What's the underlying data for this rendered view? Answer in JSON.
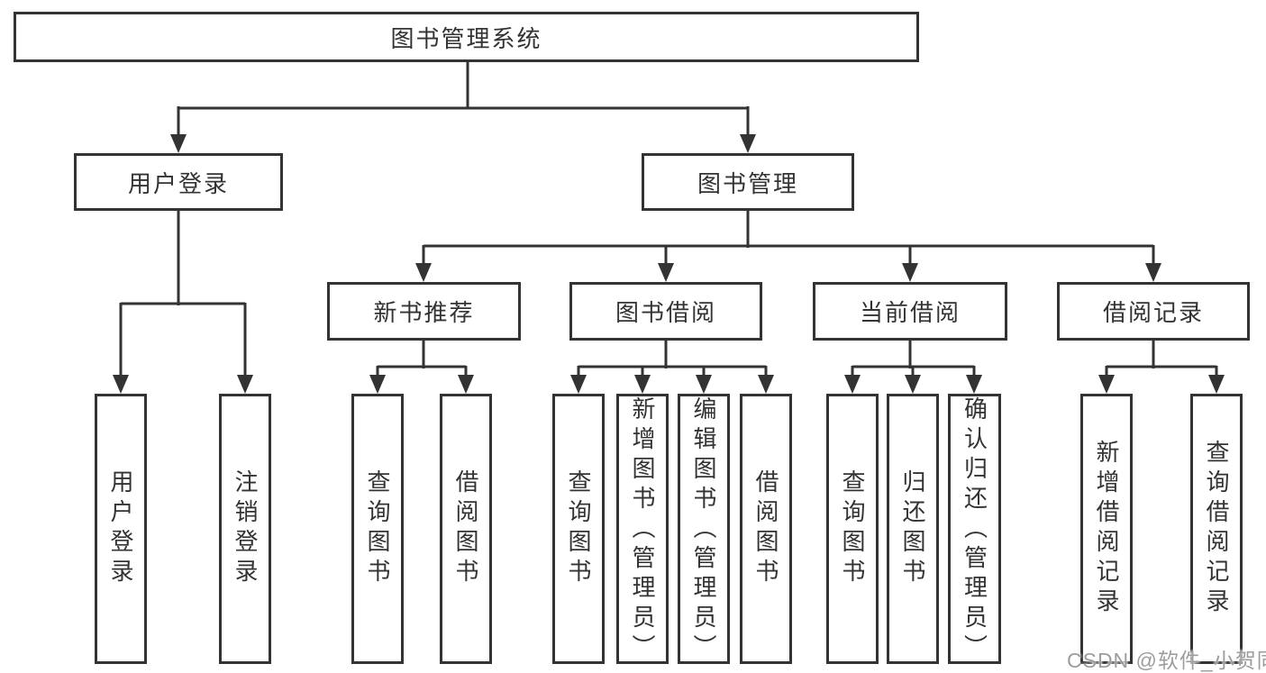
{
  "diagram": {
    "type": "tree-diagram",
    "colors": {
      "line": "#333333",
      "box_border": "#333333",
      "box_fill": "#ffffff",
      "text": "#333333",
      "watermark_text": "#9d9d9d",
      "background": "#ffffff"
    },
    "root": {
      "label": "图书管理系统",
      "children": [
        {
          "label": "用户登录",
          "children": [
            {
              "label": "用户登录"
            },
            {
              "label": "注销登录"
            }
          ]
        },
        {
          "label": "图书管理",
          "children": [
            {
              "label": "新书推荐",
              "children": [
                {
                  "label": "查询图书"
                },
                {
                  "label": "借阅图书"
                }
              ]
            },
            {
              "label": "图书借阅",
              "children": [
                {
                  "label": "查询图书"
                },
                {
                  "label": "新增图书（管理员）"
                },
                {
                  "label": "编辑图书（管理员）"
                },
                {
                  "label": "借阅图书"
                }
              ]
            },
            {
              "label": "当前借阅",
              "children": [
                {
                  "label": "查询图书"
                },
                {
                  "label": "归还图书"
                },
                {
                  "label": "确认归还（管理员）"
                }
              ]
            },
            {
              "label": "借阅记录",
              "children": [
                {
                  "label": "新增借阅记录"
                },
                {
                  "label": "查询借阅记录"
                }
              ]
            }
          ]
        }
      ]
    },
    "watermark": {
      "text": "CSDN @软件_小贺同学"
    }
  }
}
